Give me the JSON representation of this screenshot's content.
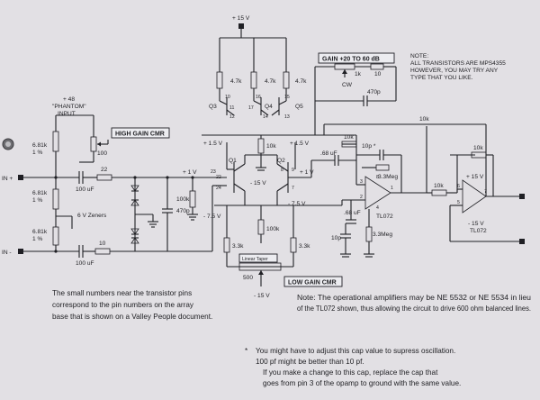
{
  "supplies": {
    "top_rail": "+ 15 V",
    "left_rail": "+ 1.5 V",
    "right_rail": "+ 1.5 V",
    "neg_rail_mid": "- 15 V",
    "neg_left": "- 7.5 V",
    "neg_right": "- 7.5 V",
    "bottom": "- 15 V",
    "q1_base_bias": "+ 1 V",
    "q2_base_bias": "+ 1 V",
    "op2_pos": "+ 15 V",
    "op2_neg": "- 15 V"
  },
  "phantom": {
    "line1": "+ 48",
    "line2": "\"PHANTOM\"",
    "line3": "INPUT"
  },
  "inputs": {
    "plus": "IN +",
    "minus": "IN -"
  },
  "boxes": {
    "high_cmr": "HIGH GAIN CMR",
    "low_cmr": "LOW GAIN CMR",
    "gain": "GAIN +20 TO 60 dB",
    "linear_taper": "Linear Taper"
  },
  "components": {
    "r_phantom_top": "6.81k",
    "r_phantom_top_tol": "1 %",
    "r_phantom_mid": "6.81k",
    "r_phantom_mid_tol": "1 %",
    "r_phantom_bot": "6.81k",
    "r_phantom_bot_tol": "1 %",
    "pot_100": "100",
    "r22": "22",
    "r10": "10",
    "cap_in_top": "100 uF",
    "cap_in_bot": "100 uF",
    "zeners": "6 V  Zeners",
    "c470p_in": "470p",
    "r100k_in": "100k",
    "r47k_a": "4.7k",
    "r47k_b": "4.7k",
    "r47k_c": "4.7k",
    "r10k_mid": "10k",
    "r100k_tail": "100k",
    "r33k_l": "3.3k",
    "r33k_r": "3.3k",
    "pot_500": "500",
    "gain_1k": "1k",
    "gain_10": "10",
    "gain_cw": "CW",
    "gain_470p": "470p",
    "fb_10k": "10k",
    "r10k_a": "10k",
    "c10p_star": "10p *",
    "c68uf_a": ".68 uF",
    "c68uf_b": ".68 uF",
    "r33meg_a": "3.3Meg",
    "r33meg_b": "3.3Meg",
    "c10p_b": "10p",
    "r10k_b": "10k",
    "r10k_c": "10k",
    "op1": "TL072",
    "op2": "TL072",
    "q1": "Q1",
    "q2": "Q2",
    "q3": "Q3",
    "q4": "Q4",
    "q5": "Q5"
  },
  "pins": {
    "p10": "10",
    "p11": "11",
    "p12": "12",
    "p16": "16",
    "p17": "17",
    "p14": "14",
    "p15": "15",
    "p13": "13",
    "p23": "23",
    "p22": "22",
    "p24": "24",
    "p9": "9",
    "p8": "8",
    "p7": "7",
    "o3": "3",
    "o2": "2",
    "o1": "1",
    "o8": "8",
    "o4": "4",
    "o6": "6",
    "o5": "5",
    "o7": "7"
  },
  "notes": {
    "transistors_1": "NOTE:",
    "transistors_2": "ALL TRANSISTORS ARE MPS4355",
    "transistors_3": "HOWEVER, YOU MAY TRY ANY",
    "transistors_4": "TYPE THAT YOU LIKE.",
    "pins_1": "The small numbers near the transistor pins",
    "pins_2": "correspond to the pin numbers on the array",
    "pins_3": "base that is shown on a Valley People document.",
    "opamp_1": "Note:  The operational amplifiers may be NE 5532 or NE 5534 in lieu",
    "opamp_2": "of the TL072 shown, thus allowing the circuit to drive 600 ohm balanced lines.",
    "star": "*",
    "cap_1": "You might have to adjust this cap value to supress oscillation.",
    "cap_2": "100 pf might be better than 10 pf.",
    "cap_3": "If you make a change to this cap, replace the cap  that",
    "cap_4": "goes from pin 3 of the opamp to ground with the same value."
  }
}
